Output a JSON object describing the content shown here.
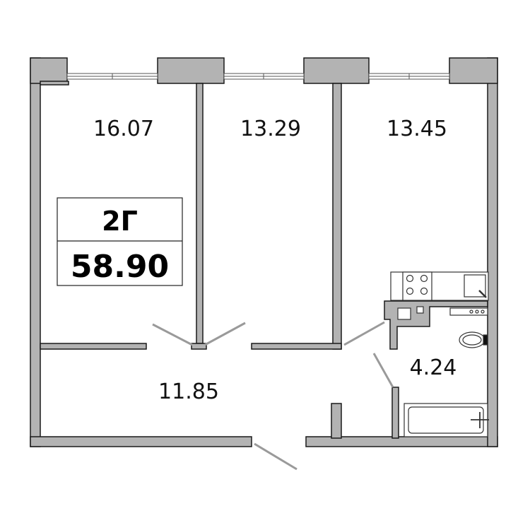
{
  "apartment": {
    "type_code": "2Г",
    "total_area": "58.90"
  },
  "rooms": [
    {
      "name": "room-left",
      "area": "16.07"
    },
    {
      "name": "room-middle",
      "area": "13.29"
    },
    {
      "name": "room-right",
      "area": "13.45"
    },
    {
      "name": "hallway",
      "area": "11.85"
    },
    {
      "name": "bathroom",
      "area": "4.24"
    }
  ],
  "colors": {
    "wall_fill": "#b3b3b3",
    "wall_stroke": "#1a1a1a",
    "background": "#ffffff",
    "text": "#111111"
  }
}
